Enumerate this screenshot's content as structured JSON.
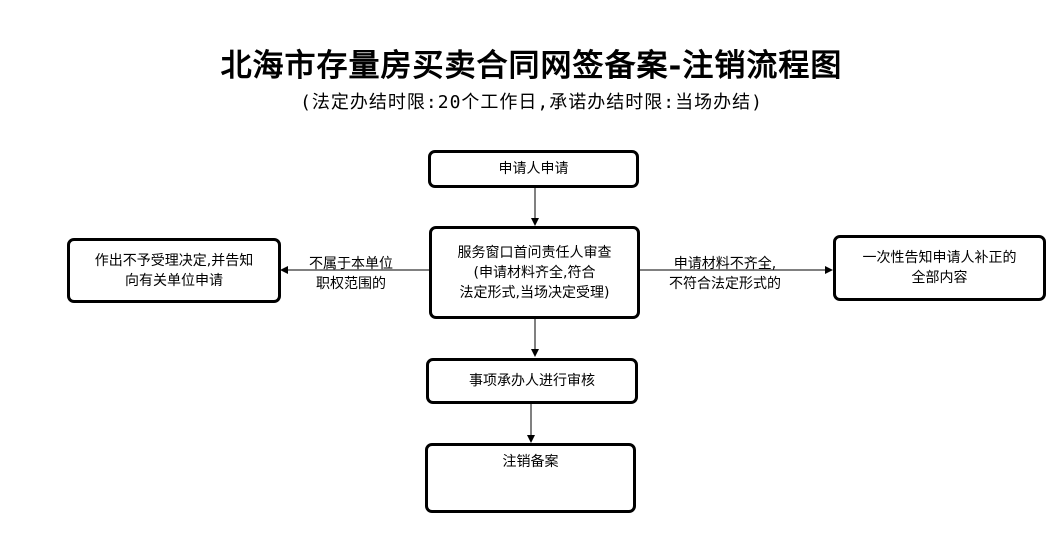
{
  "title": "北海市存量房买卖合同网签备案-注销流程图",
  "subtitle": "(法定办结时限:20个工作日,承诺办结时限:当场办结)",
  "nodes": {
    "apply": {
      "lines": [
        "申请人申请"
      ]
    },
    "review": {
      "lines": [
        "服务窗口首问责任人审查",
        "(申请材料齐全,符合",
        "法定形式,当场决定受理)"
      ]
    },
    "reject": {
      "lines": [
        "作出不予受理决定,并告知",
        "向有关单位申请"
      ]
    },
    "notify": {
      "lines": [
        "一次性告知申请人补正的",
        "全部内容"
      ]
    },
    "handle": {
      "lines": [
        "事项承办人进行审核"
      ]
    },
    "cancel": {
      "lines": [
        "注销备案"
      ]
    }
  },
  "edges": {
    "to_reject": {
      "lines": [
        "不属于本单位",
        "职权范围的"
      ]
    },
    "to_notify": {
      "lines": [
        "申请材料不齐全,",
        "不符合法定形式的"
      ]
    }
  }
}
